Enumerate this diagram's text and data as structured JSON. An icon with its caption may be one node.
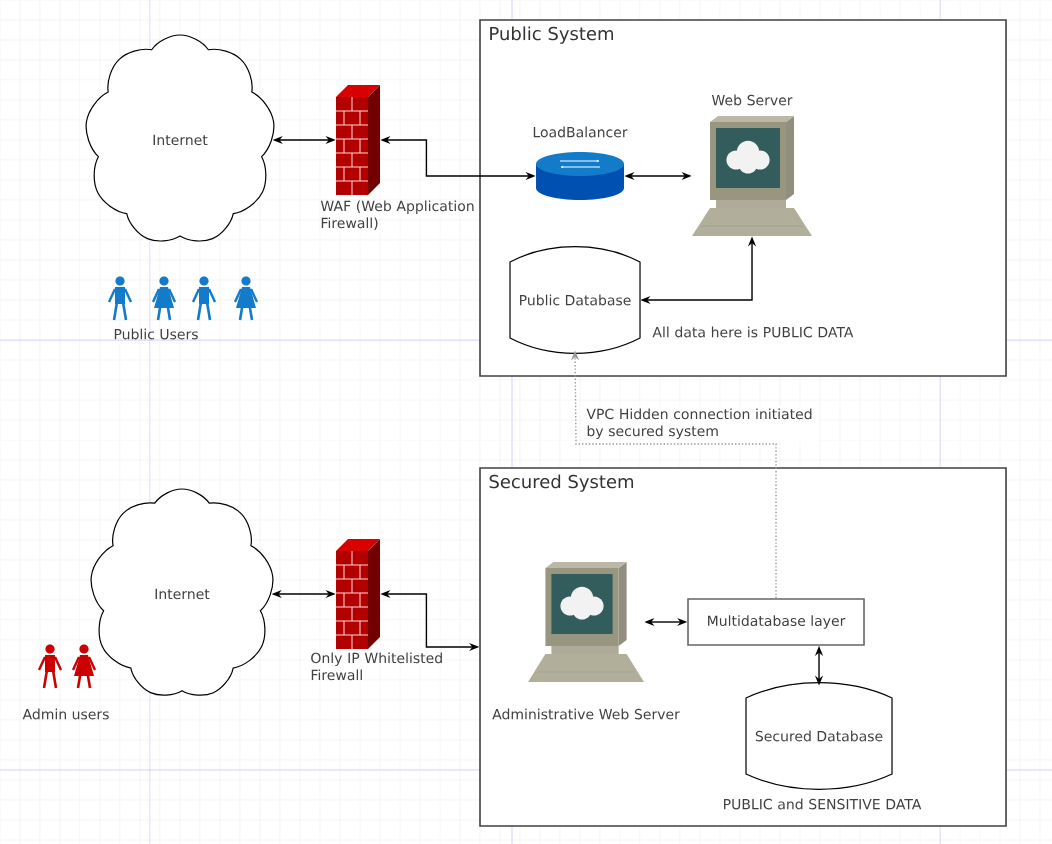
{
  "diagram": {
    "nodes": [
      {
        "text": [
          "Public System"
        ]
      },
      {
        "text": [
          "Internet"
        ]
      },
      {
        "text": [],
        "shape": "picture",
        "beside": [
          "WAF (Web Application Firewall)"
        ]
      },
      {
        "text": [],
        "shape": "picture",
        "in": 0,
        "beside": [
          "LoadBalancer"
        ]
      },
      {
        "text": [],
        "shape": "picture",
        "in": 0,
        "beside": [
          "Web Server"
        ]
      },
      {
        "text": [
          "Public Database"
        ],
        "in": 0,
        "beside": [
          "All data here is PUBLIC DATA"
        ]
      },
      {
        "text": [
          "Secured System"
        ]
      },
      {
        "text": [
          "Internet"
        ]
      },
      {
        "text": [],
        "shape": "picture",
        "beside": [
          "Only IP Whitelisted Firewall"
        ]
      },
      {
        "text": [],
        "shape": "picture",
        "in": 6,
        "beside": [
          "Administrative Web Server"
        ]
      },
      {
        "text": [
          "Multidatabase layer"
        ],
        "in": 6
      },
      {
        "text": [
          "Secured Database"
        ],
        "in": 6,
        "beside": [
          "PUBLIC and SENSITIVE DATA"
        ]
      }
    ],
    "edges": [
      {
        "from": 1,
        "to": 2,
        "arrow": "both"
      },
      {
        "from": 2,
        "to": 3,
        "arrow": "both"
      },
      {
        "from": 3,
        "to": 4,
        "arrow": "both"
      },
      {
        "from": 4,
        "to": 5,
        "arrow": "both"
      },
      {
        "from": 10,
        "to": 5,
        "arrow": "to",
        "label": "VPC Hidden connection initiated by secured system",
        "style": "dashed",
        "color": "#999999"
      },
      {
        "from": 7,
        "to": 8,
        "arrow": "both"
      },
      {
        "from": 8,
        "to": 6,
        "arrow": "both"
      },
      {
        "from": 9,
        "to": 10,
        "arrow": "both"
      },
      {
        "from": 10,
        "to": 11,
        "arrow": "both"
      }
    ],
    "labels": [
      "Public Users",
      "Admin users"
    ]
  }
}
